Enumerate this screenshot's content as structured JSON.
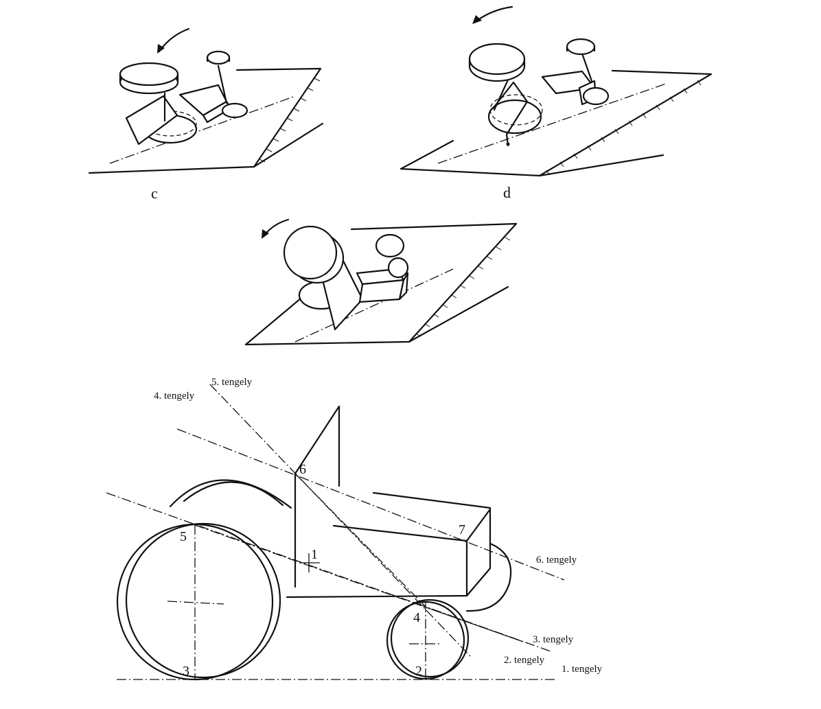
{
  "captions": {
    "c": "c",
    "d": "d"
  },
  "axes": {
    "a1": "1. tengely",
    "a2": "2. tengely",
    "a3": "3. tengely",
    "a4": "4. tengely",
    "a5": "5. tengely",
    "a6": "6. tengely"
  },
  "points": {
    "p1": "1",
    "p2": "2",
    "p3": "3",
    "p4": "4",
    "p5": "5",
    "p6": "6",
    "p7": "7"
  }
}
